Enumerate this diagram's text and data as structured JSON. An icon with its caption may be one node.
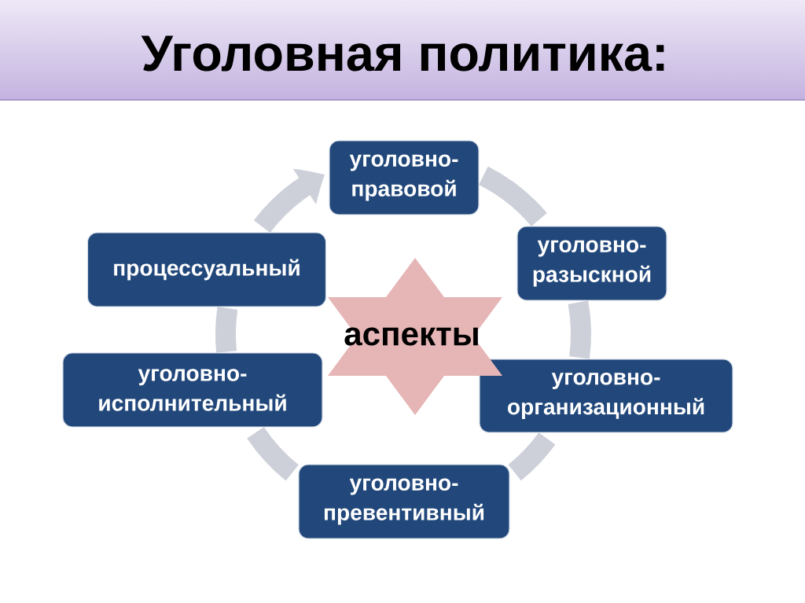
{
  "diagram": {
    "title": "Уголовная политика:",
    "nodes": [
      {
        "text": [
          "уголовно- правовой"
        ]
      },
      {
        "text": [
          "уголовно- разыскной"
        ]
      },
      {
        "text": [
          "уголовно- организационный"
        ]
      },
      {
        "text": [
          "уголовно- превентивный"
        ]
      },
      {
        "text": [
          "уголовно- исполнительный"
        ]
      },
      {
        "text": [
          "процессуальный"
        ]
      },
      {
        "text": [
          "аспекты"
        ]
      }
    ],
    "edges": [
      {
        "from": 0,
        "to": 1,
        "arrow": "none"
      },
      {
        "from": 1,
        "to": 2,
        "arrow": "none"
      },
      {
        "from": 2,
        "to": 3,
        "arrow": "none"
      },
      {
        "from": 3,
        "to": 4,
        "arrow": "none"
      },
      {
        "from": 4,
        "to": 5,
        "arrow": "none"
      },
      {
        "from": 5,
        "to": 0,
        "arrow": "to"
      }
    ]
  }
}
